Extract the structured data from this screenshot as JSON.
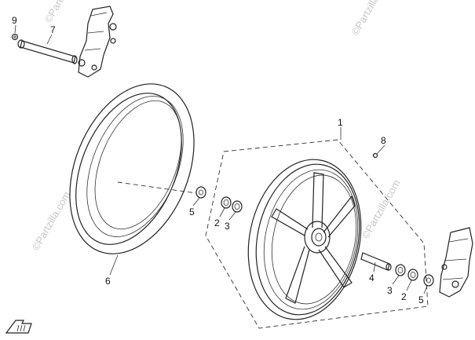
{
  "watermark": "©Partzilla.com",
  "callouts": {
    "c1": "1",
    "c2a": "2",
    "c2b": "2",
    "c3a": "3",
    "c3b": "3",
    "c4": "4",
    "c5a": "5",
    "c5b": "5",
    "c6": "6",
    "c7": "7",
    "c8": "8",
    "c9": "9"
  }
}
